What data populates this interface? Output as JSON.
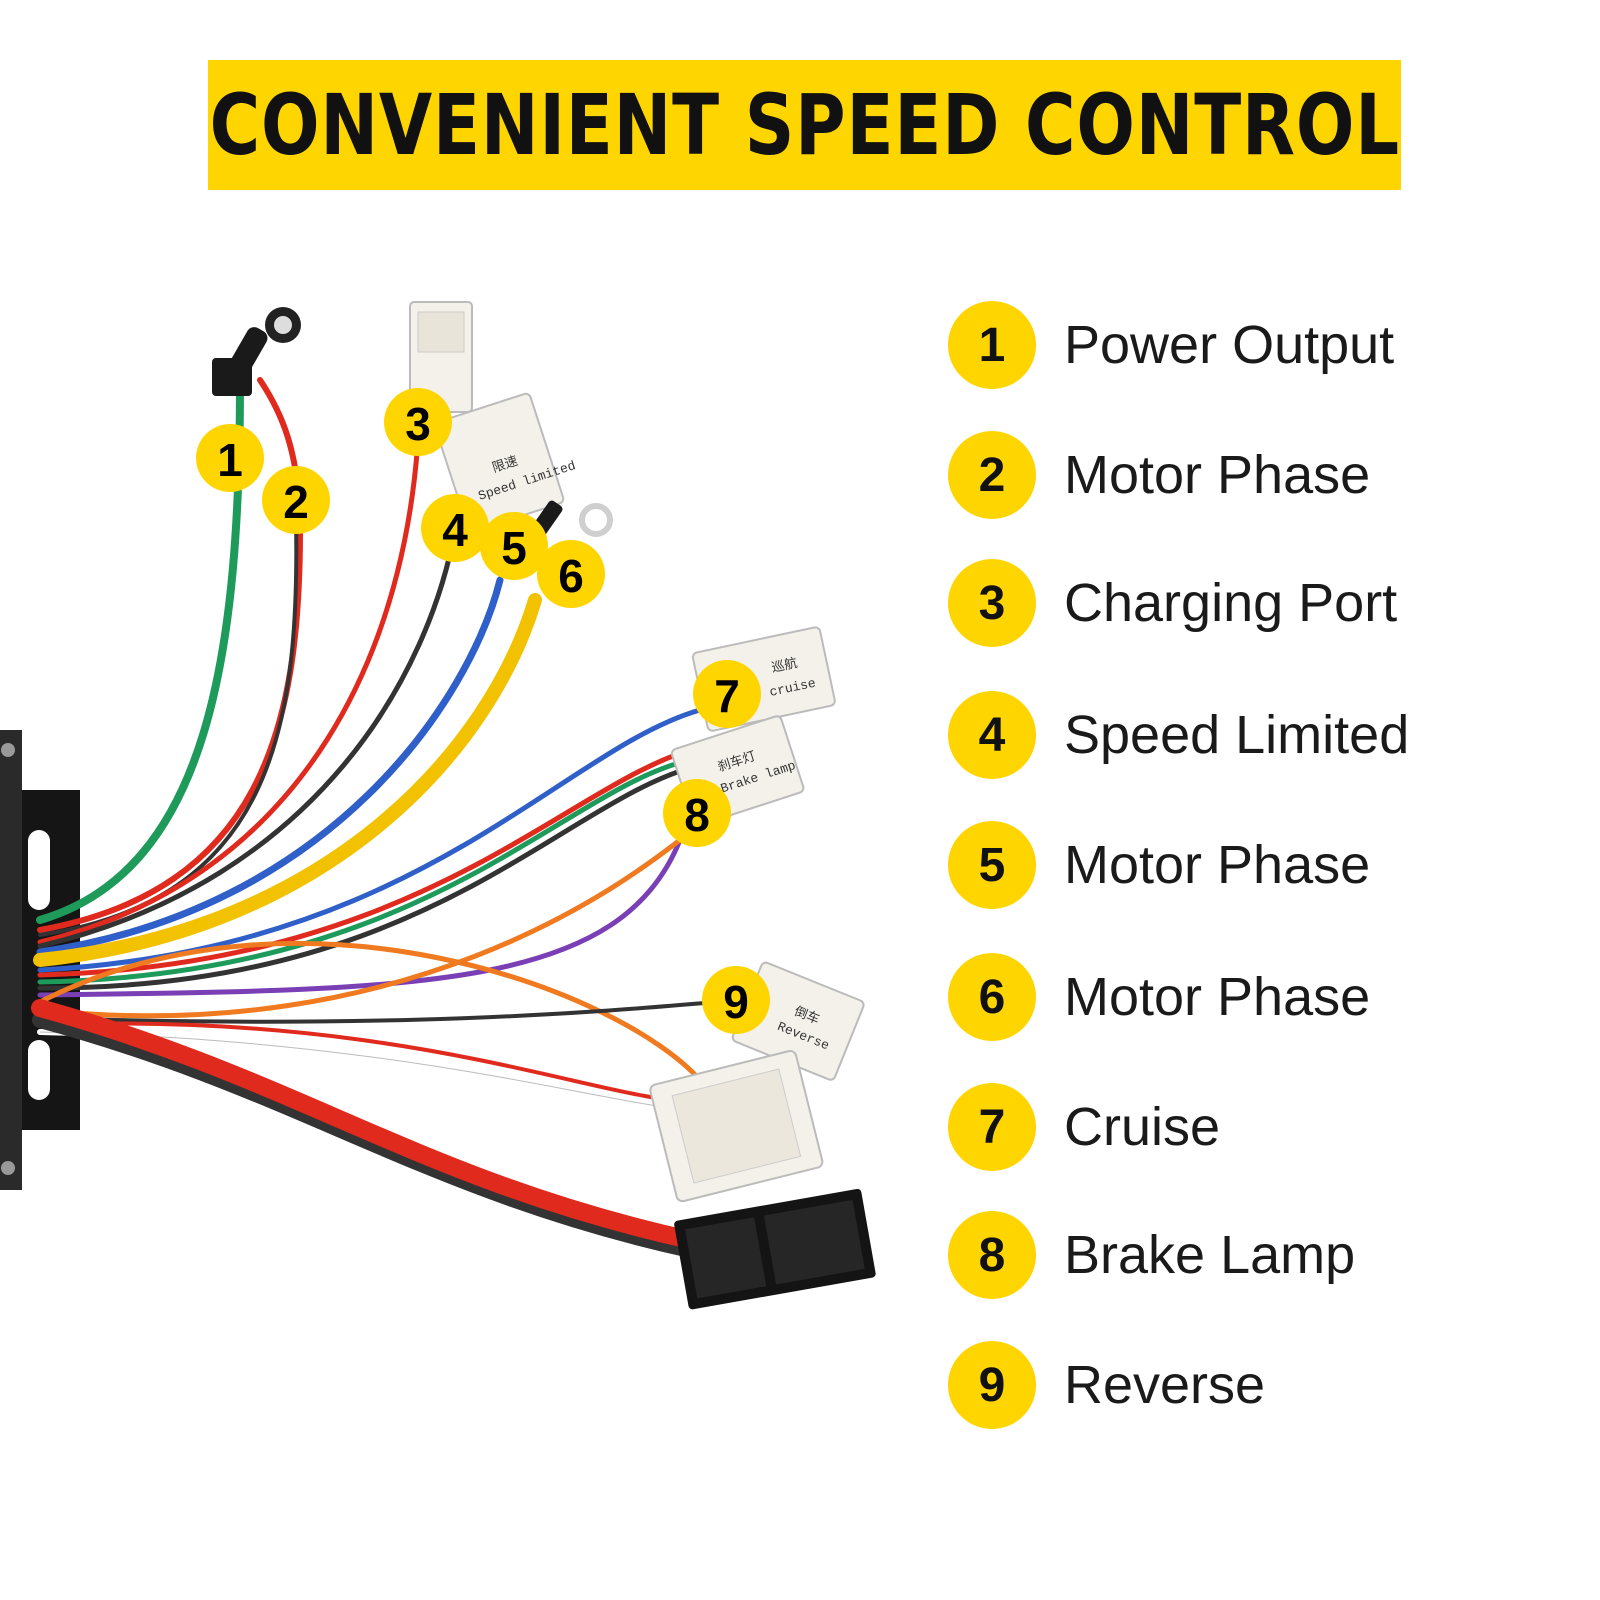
{
  "header": {
    "title": "CONVENIENT SPEED CONTROL"
  },
  "legend": [
    {
      "num": "1",
      "label": "Power Output"
    },
    {
      "num": "2",
      "label": "Motor Phase"
    },
    {
      "num": "3",
      "label": "Charging Port"
    },
    {
      "num": "4",
      "label": "Speed Limited"
    },
    {
      "num": "5",
      "label": "Motor Phase"
    },
    {
      "num": "6",
      "label": "Motor Phase"
    },
    {
      "num": "7",
      "label": "Cruise"
    },
    {
      "num": "8",
      "label": "Brake Lamp"
    },
    {
      "num": "9",
      "label": "Reverse"
    }
  ],
  "tags": {
    "speed_cn": "限速",
    "speed_en": "Speed limited",
    "cruise_cn": "巡航",
    "cruise_en": "cruise",
    "brake_cn": "刹车灯",
    "brake_en": "Brake lamp",
    "reverse_cn": "倒车",
    "reverse_en": "Reverse"
  },
  "colors": {
    "accent": "#FFD500",
    "green": "#1E9A5A",
    "red": "#E02A1E",
    "black": "#333333",
    "blue": "#2F5FC8",
    "yellow": "#F2C200",
    "orange": "#F07A20",
    "purple": "#7A3FB5",
    "connector": "#F4F1EA"
  }
}
